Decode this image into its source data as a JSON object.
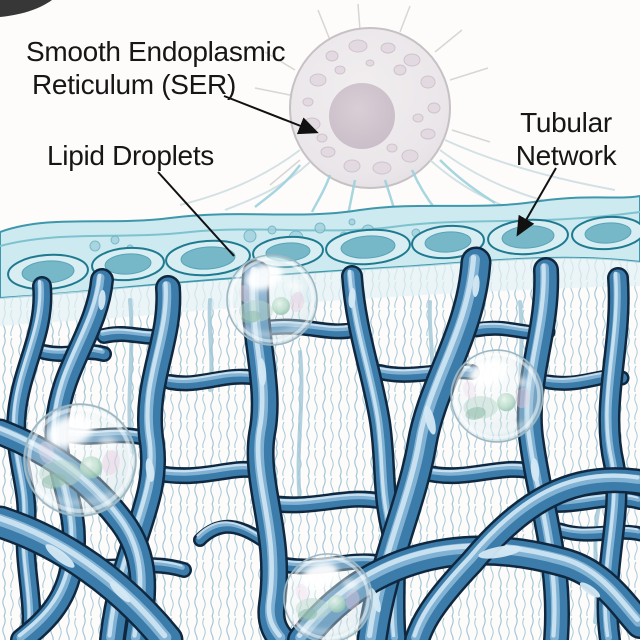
{
  "labels": {
    "ser": {
      "line1": "Smooth Endoplasmic",
      "line2": "Reticulum (SER)"
    },
    "lipid": {
      "text": "Lipid Droplets"
    },
    "tubular": {
      "line1": "Tubular",
      "line2": "Network"
    }
  },
  "colors": {
    "label_text": "#161616",
    "arrow": "#111111",
    "background": "#fdfcfb",
    "cell_fill": "#edeaec",
    "cell_outline": "#c6c1c4",
    "nucleolus": "#cec2cb",
    "membrane_light": "#cdeaf0",
    "membrane_outline": "#2b8398",
    "membrane_pore": "#74b6c8",
    "squiggle": "#9cc2d2",
    "tubule_outline": "#10283f",
    "tubule_fill": "#3c7cab",
    "tubule_highlight": "#8ebcd9",
    "tubule_gloss": "#cfe6f4",
    "droplet_rim": "#9db7c2"
  },
  "figure": {
    "droplet_count": 4
  }
}
